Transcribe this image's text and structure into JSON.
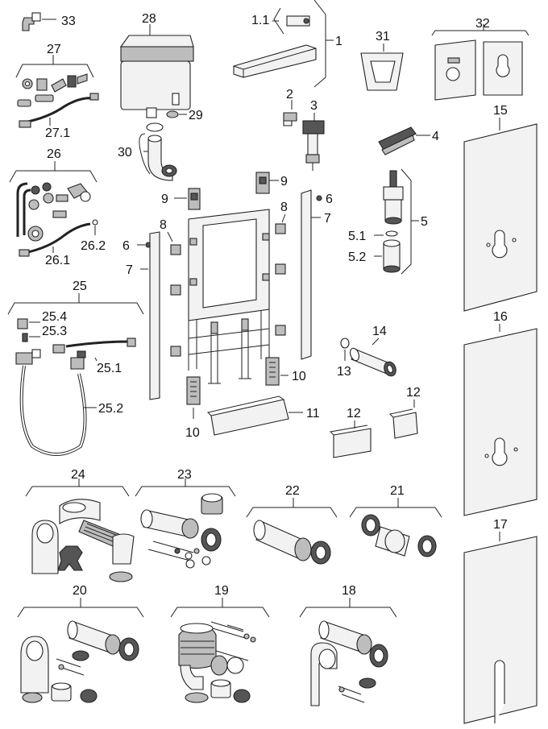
{
  "labels": {
    "l33": "33",
    "l28": "28",
    "l1_1": "1.1",
    "l1": "1",
    "l31": "31",
    "l32": "32",
    "l27": "27",
    "l27_1": "27.1",
    "l29": "29",
    "l2": "2",
    "l3": "3",
    "l4": "4",
    "l15": "15",
    "l30": "30",
    "l26": "26",
    "l9a": "9",
    "l9b": "9",
    "l6a": "6",
    "l26_2": "26.2",
    "l26_1": "26.1",
    "l8a": "8",
    "l8b": "8",
    "l7a": "7",
    "l7b": "7",
    "l6b": "6",
    "l5": "5",
    "l5_1": "5.1",
    "l5_2": "5.2",
    "l25": "25",
    "l25_4": "25.4",
    "l25_3": "25.3",
    "l25_1": "25.1",
    "l25_2": "25.2",
    "l16": "16",
    "l14": "14",
    "l13": "13",
    "l10a": "10",
    "l10b": "10",
    "l11": "11",
    "l12a": "12",
    "l12b": "12",
    "l24": "24",
    "l23": "23",
    "l22": "22",
    "l21": "21",
    "l17": "17",
    "l20": "20",
    "l19": "19",
    "l18": "18"
  }
}
